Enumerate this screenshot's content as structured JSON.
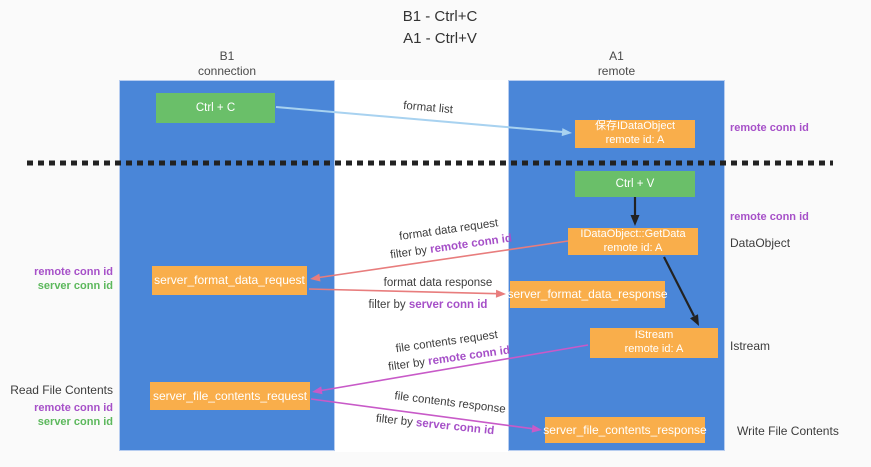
{
  "title": {
    "line1": "B1 - Ctrl+C",
    "line2": "A1 - Ctrl+V"
  },
  "columns": {
    "left": {
      "header_line1": "B1",
      "header_line2": "connection"
    },
    "right": {
      "header_line1": "A1",
      "header_line2": "remote"
    }
  },
  "nodes": {
    "ctrl_c": "Ctrl + C",
    "ctrl_v": "Ctrl + V",
    "save_dataobject": {
      "line1": "保存IDataObject",
      "line2": "remote id: A"
    },
    "getdata": {
      "line1": "IDataObject::GetData",
      "line2": "remote id: A"
    },
    "istream": {
      "line1": "IStream",
      "line2": "remote id: A"
    },
    "server_format_data_request": "server_format_data_request",
    "server_format_data_response": "server_format_data_response",
    "server_file_contents_request": "server_file_contents_request",
    "server_file_contents_response": "server_file_contents_response"
  },
  "edge_labels": {
    "format_list": "format list",
    "format_data_request": "format data request",
    "format_data_response": "format data response",
    "file_contents_request": "file contents request",
    "file_contents_response": "file contents response",
    "filter_by": "filter by",
    "remote_conn_id": "remote conn id",
    "server_conn_id": "server conn id"
  },
  "side_labels": {
    "remote_conn_id": "remote conn id",
    "server_conn_id": "server conn id",
    "dataobject": "DataObject",
    "istream": "Istream",
    "read_file_contents": "Read File Contents",
    "write_file_contents": "Write File Contents"
  },
  "colors": {
    "column_blue": "#4a86d8",
    "box_green": "#6abf69",
    "box_orange": "#f9ae4b",
    "arrow_light_blue": "#a8d2f0",
    "arrow_salmon": "#e87d7d",
    "arrow_magenta": "#c85ac8",
    "text_purple": "#a650c8",
    "text_green": "#5cb85c",
    "text_dark": "#3c3c3c"
  }
}
